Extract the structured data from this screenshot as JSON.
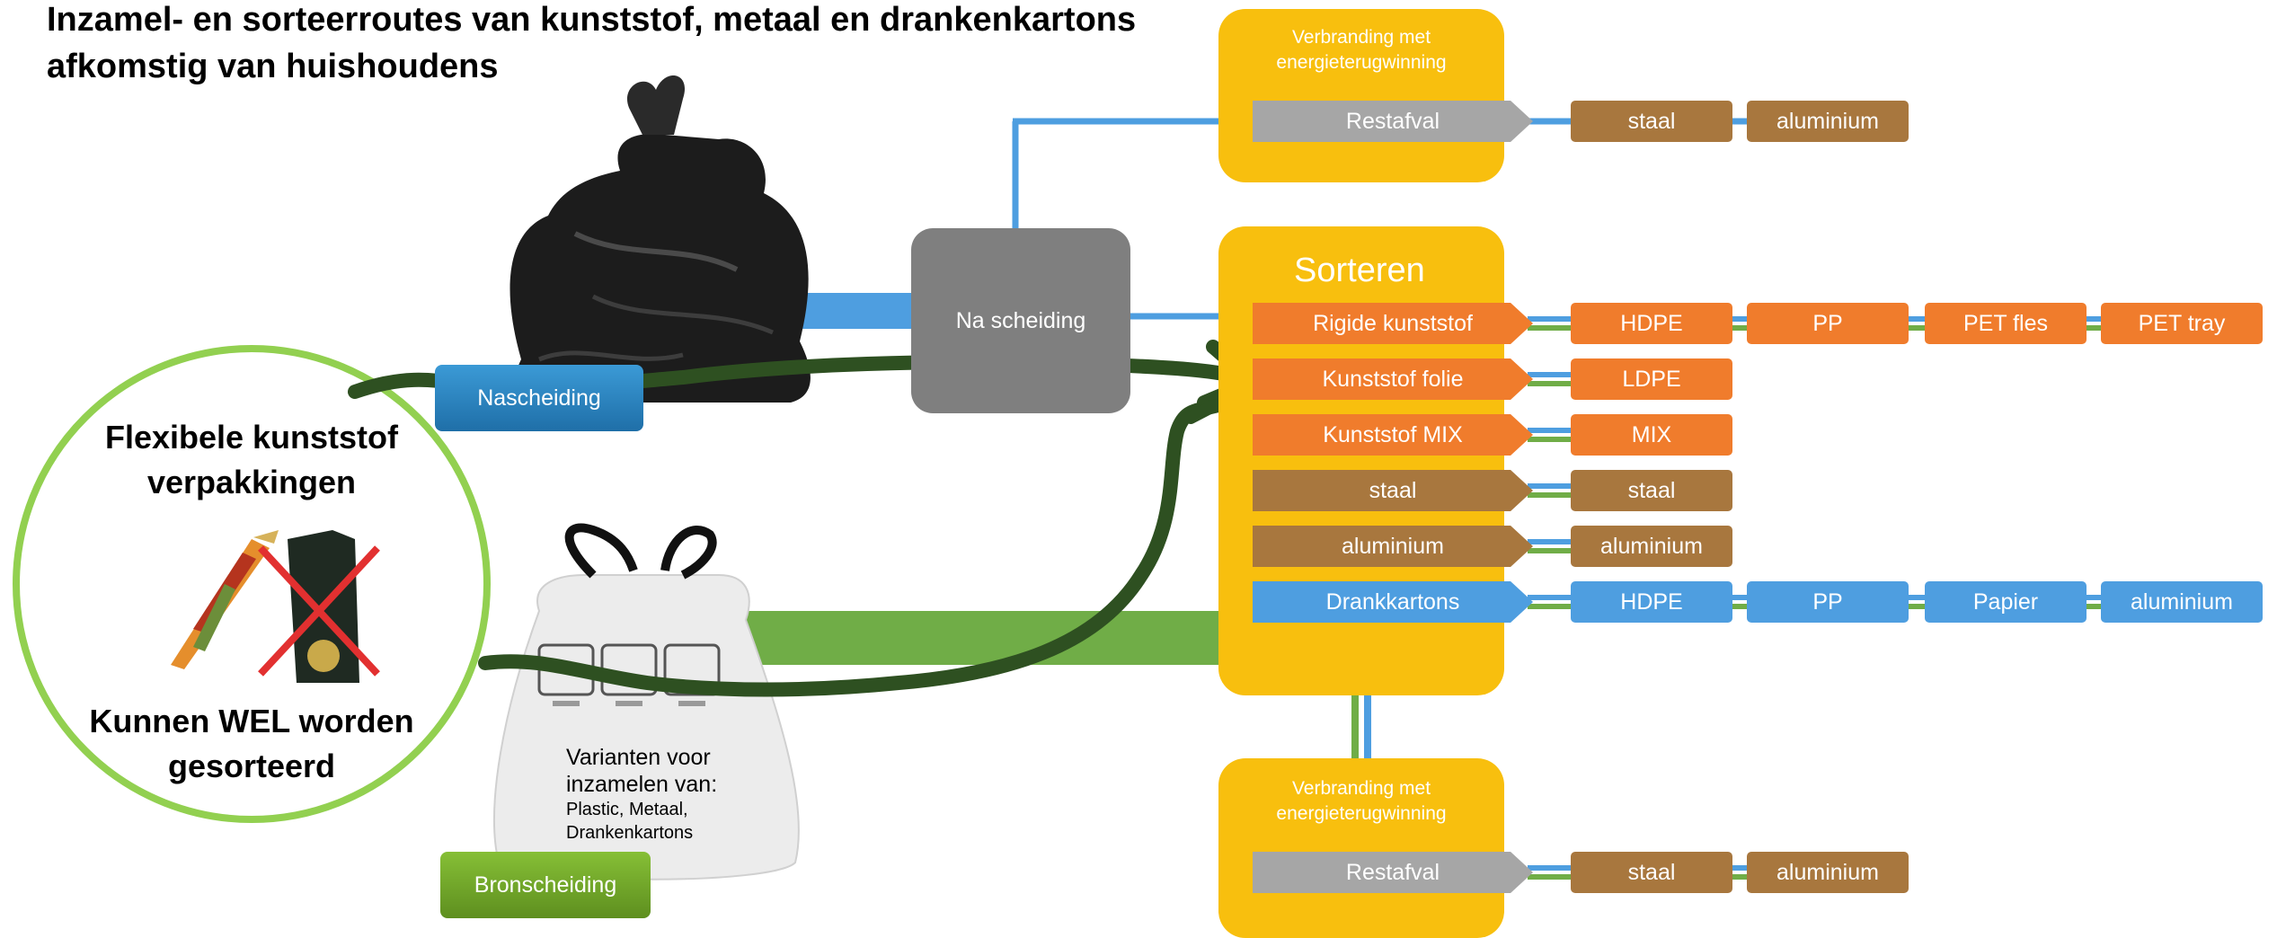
{
  "title": {
    "line1": "Inzamel- en sorteerroutes van kunststof, metaal en drankenkartons",
    "line2": "afkomstig van huishoudens"
  },
  "incineration_top": {
    "title_line1": "Verbranding met",
    "title_line2": "energieterugwinning",
    "stream": "Restafval",
    "outputs": [
      "staal",
      "aluminium"
    ]
  },
  "incineration_bottom": {
    "title_line1": "Verbranding met",
    "title_line2": "energieterugwinning",
    "stream": "Restafval",
    "outputs": [
      "staal",
      "aluminium"
    ]
  },
  "post_separation": {
    "label": "Na scheiding"
  },
  "sorting": {
    "title": "Sorteren",
    "streams": [
      {
        "name": "Rigide kunststof",
        "color": "#f07c2c",
        "outputs": [
          "HDPE",
          "PP",
          "PET fles",
          "PET tray"
        ]
      },
      {
        "name": "Kunststof folie",
        "color": "#f07c2c",
        "outputs": [
          "LDPE"
        ]
      },
      {
        "name": "Kunststof MIX",
        "color": "#f07c2c",
        "outputs": [
          "MIX"
        ]
      },
      {
        "name": "staal",
        "color": "#a8773e",
        "outputs": [
          "staal"
        ]
      },
      {
        "name": "aluminium",
        "color": "#a8773e",
        "outputs": [
          "aluminium"
        ]
      },
      {
        "name": "Drankkartons",
        "color": "#4e9ee0",
        "outputs": [
          "HDPE",
          "PP",
          "Papier",
          "aluminium"
        ]
      }
    ]
  },
  "labels": {
    "nascheiding": "Nascheiding",
    "bronscheiding": "Bronscheiding"
  },
  "white_bag": {
    "line1": "Varianten voor",
    "line2": "inzamelen van:",
    "line3": "Plastic, Metaal,",
    "line4": "Drankenkartons"
  },
  "circle": {
    "line1": "Flexibele kunststof",
    "line2": "verpakkingen",
    "line3": "Kunnen WEL worden",
    "line4": "gesorteerd"
  },
  "colors": {
    "yellow": "#f8bf0e",
    "orange": "#f07c2c",
    "brown": "#a8773e",
    "blue": "#4e9ee0",
    "grey": "#a6a6a6",
    "darkgrey": "#7f7f7f",
    "green": "#70ad47",
    "arrow": "#2e5021"
  }
}
